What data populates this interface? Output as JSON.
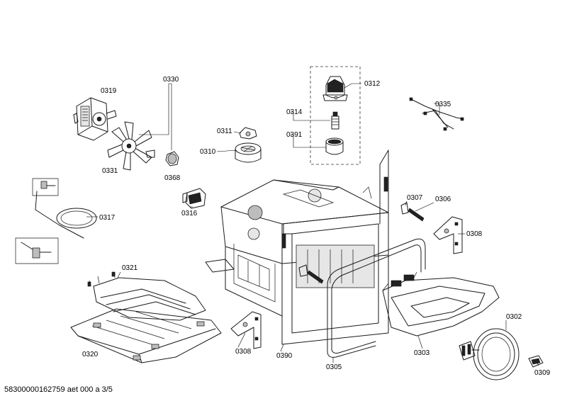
{
  "diagram": {
    "footer_text": "58300000162759 aet 000 a 3/5",
    "part_labels": {
      "p0319": "0319",
      "p0330": "0330",
      "p0331": "0331",
      "p0368": "0368",
      "p0311": "0311",
      "p0310": "0310",
      "p0314": "0314",
      "p0391": "0391",
      "p0312": "0312",
      "p0335": "0335",
      "p0317": "0317",
      "p0316": "0316",
      "p0307": "0307",
      "p0306": "0306",
      "p0308a": "0308",
      "p0321": "0321",
      "p0320": "0320",
      "p0308b": "0308",
      "p0390": "0390",
      "p0305": "0305",
      "p0303": "0303",
      "p0302": "0302",
      "p0309": "0309"
    }
  }
}
